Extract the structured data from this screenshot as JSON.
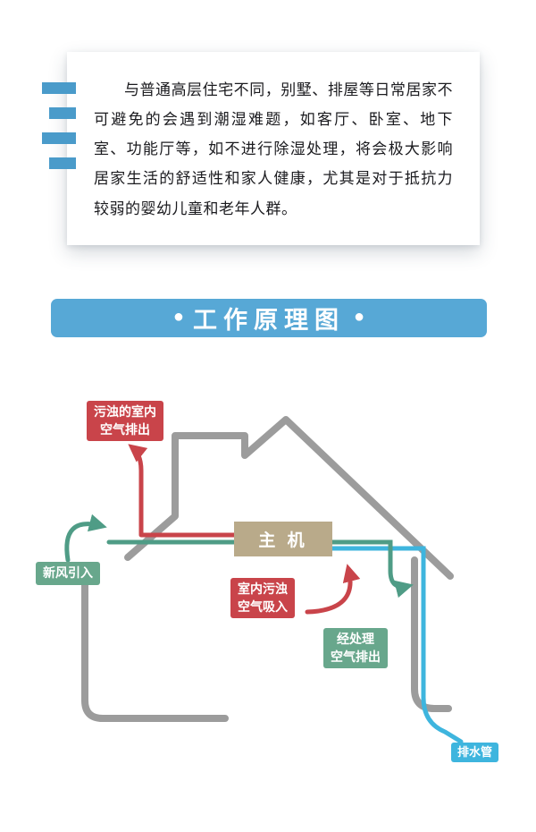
{
  "intro": {
    "text": "与普通高层住宅不同，别墅、排屋等日常居家不可避免的会遇到潮湿难题，如客厅、卧室、地下室、功能厅等，如不进行除湿处理，将会极大影响居家生活的舒适性和家人健康，尤其是对于抵抗力较弱的婴幼儿童和老年人群。"
  },
  "banner": {
    "bullet": "●",
    "title": "工作原理图"
  },
  "diagram": {
    "main_unit_label": "主 机",
    "badges": {
      "exhaust_top": {
        "line1": "污浊的室内",
        "line2": "空气排出"
      },
      "fresh_air": {
        "label": "新风引入"
      },
      "indoor_intake": {
        "line1": "室内污浊",
        "line2": "空气吸入"
      },
      "treated_exhaust": {
        "line1": "经处理",
        "line2": "空气排出"
      },
      "drain_pipe": {
        "label": "排水管"
      }
    }
  },
  "colors": {
    "banner_blue": "#57a8d6",
    "bar_blue": "#4a9bca",
    "house_gray": "#9c9c9c",
    "flow_red": "#c9444a",
    "flow_green": "#4f9c86",
    "flow_blue": "#3eb5de",
    "badge_green": "#68a78c",
    "badge_red": "#c9444a",
    "main_unit_tan": "#b9aa8a"
  }
}
